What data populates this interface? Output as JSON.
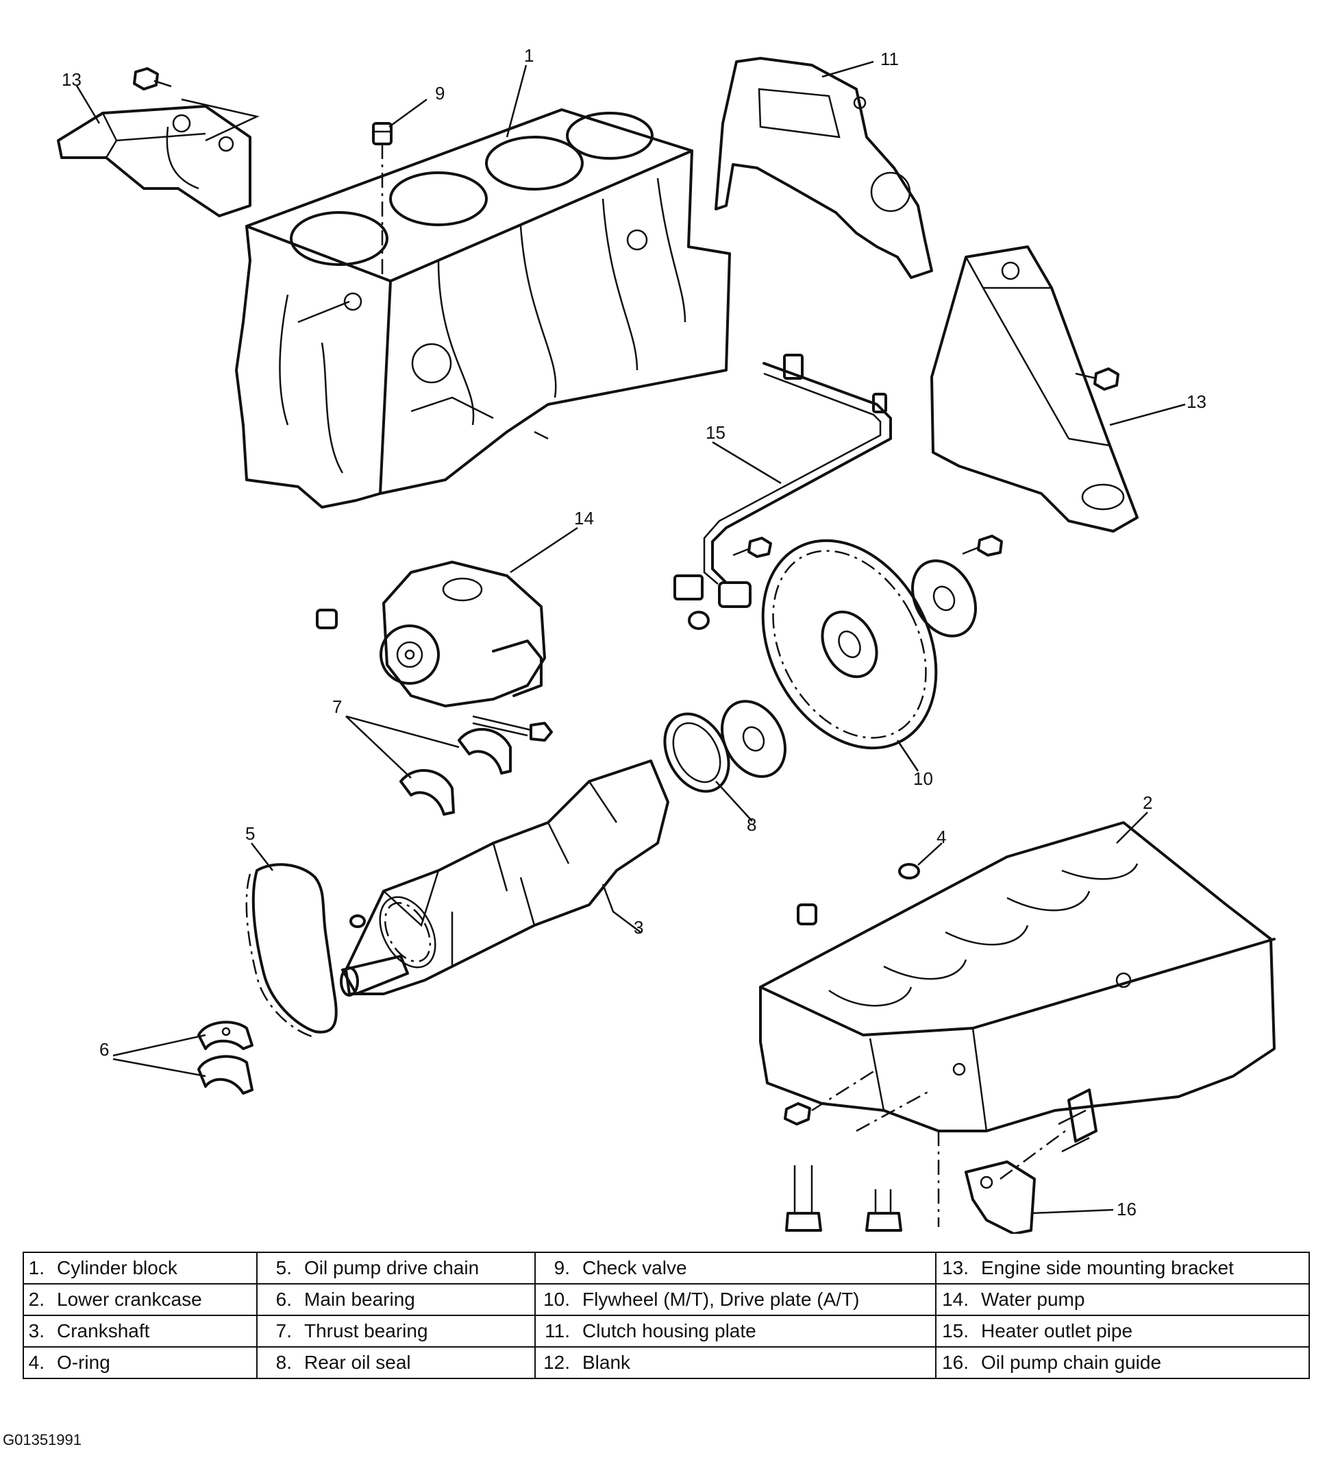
{
  "callouts": {
    "c1": "1",
    "c2": "2",
    "c3": "3",
    "c4": "4",
    "c5": "5",
    "c6": "6",
    "c7": "7",
    "c8": "8",
    "c9": "9",
    "c10": "10",
    "c11": "11",
    "c13a": "13",
    "c13b": "13",
    "c14": "14",
    "c15": "15",
    "c16": "16"
  },
  "legend": {
    "rows": [
      [
        {
          "num": "1.",
          "label": "Cylinder block"
        },
        {
          "num": "5.",
          "label": "Oil pump drive chain"
        },
        {
          "num": "9.",
          "label": "Check valve"
        },
        {
          "num": "13.",
          "label": "Engine side mounting bracket"
        }
      ],
      [
        {
          "num": "2.",
          "label": "Lower crankcase"
        },
        {
          "num": "6.",
          "label": "Main bearing"
        },
        {
          "num": "10.",
          "label": "Flywheel (M/T), Drive plate (A/T)"
        },
        {
          "num": "14.",
          "label": "Water pump"
        }
      ],
      [
        {
          "num": "3.",
          "label": "Crankshaft"
        },
        {
          "num": "7.",
          "label": "Thrust bearing"
        },
        {
          "num": "11.",
          "label": "Clutch housing plate"
        },
        {
          "num": "15.",
          "label": "Heater outlet pipe"
        }
      ],
      [
        {
          "num": "4.",
          "label": "O-ring"
        },
        {
          "num": "8.",
          "label": "Rear oil seal"
        },
        {
          "num": "12.",
          "label": "Blank"
        },
        {
          "num": "16.",
          "label": "Oil pump chain guide"
        }
      ]
    ]
  },
  "footer": {
    "code": "G01351991"
  }
}
